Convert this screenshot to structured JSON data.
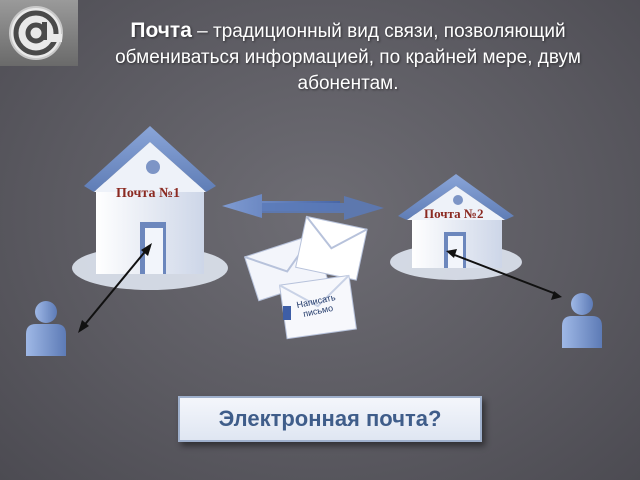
{
  "header": {
    "title_bold": "Почта",
    "title_rest": " – традиционный вид связи, позволяющий обмениваться информацией, по крайней мере, двум абонентам."
  },
  "houses": {
    "left_label": "Почта №1",
    "right_label": "Почта №2"
  },
  "envelope": {
    "text": "Написать письмо"
  },
  "question_box": {
    "text": "Электронная почта?"
  },
  "colors": {
    "background": "#5f5e65",
    "house_roof": "#6f8cc4",
    "house_wall": "#e8ecf5",
    "label_red": "#8b2a22",
    "box_text": "#3f5d8a",
    "arrow_blue": "#4d6fb0"
  },
  "icons": [
    "at-sign-icon",
    "house-icon",
    "person-icon",
    "envelope-icon",
    "double-arrow-icon"
  ]
}
